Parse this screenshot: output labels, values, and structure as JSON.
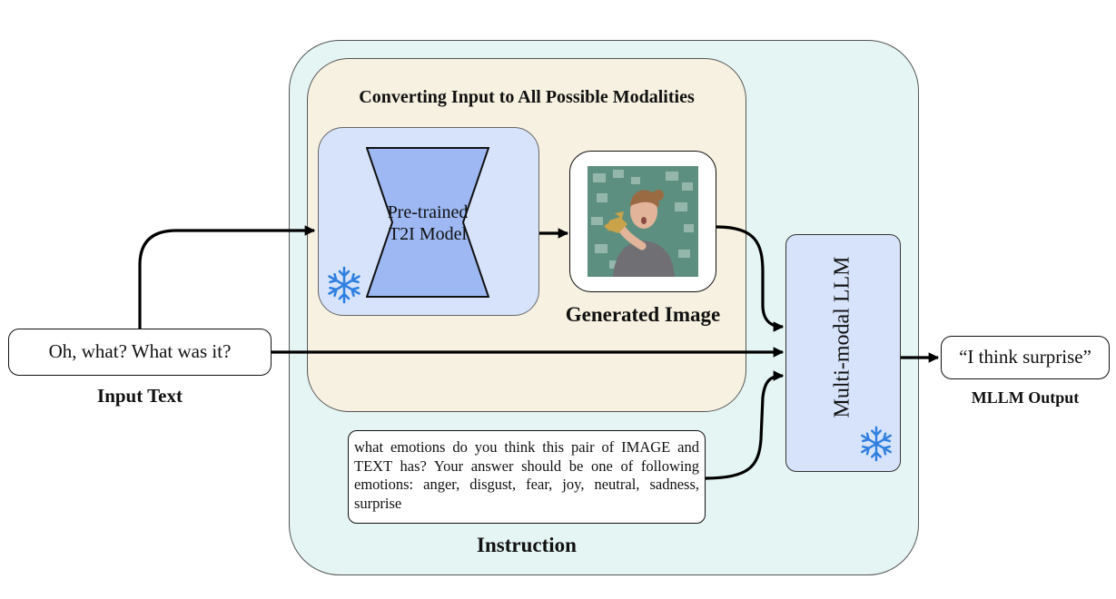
{
  "converting_title": "Converting Input to All Possible Modalities",
  "t2i_model": {
    "line1": "Pre-trained",
    "line2": "T2I Model"
  },
  "generated_image_label": "Generated Image",
  "mllm_label": "Multi-modal LLM",
  "input_text": {
    "value": "Oh, what? What was it?",
    "label": "Input Text"
  },
  "output": {
    "value": "“I think surprise”",
    "label": "MLLM Output"
  },
  "instruction": {
    "text": "what emotions do you think this pair of IMAGE and TEXT has? Your answer should be one of following emotions: anger, disgust, fear, joy, neutral, sadness, surprise",
    "label": "Instruction"
  },
  "icons": {
    "frozen": "snowflake-icon",
    "image": "person-photo"
  },
  "colors": {
    "outer_panel": "#e5f5f4",
    "converting_panel": "#f7f1e1",
    "model_box": "#d6e3fb",
    "t2i_shape": "#9db8f2",
    "snowflake": "#2f7fe0"
  }
}
